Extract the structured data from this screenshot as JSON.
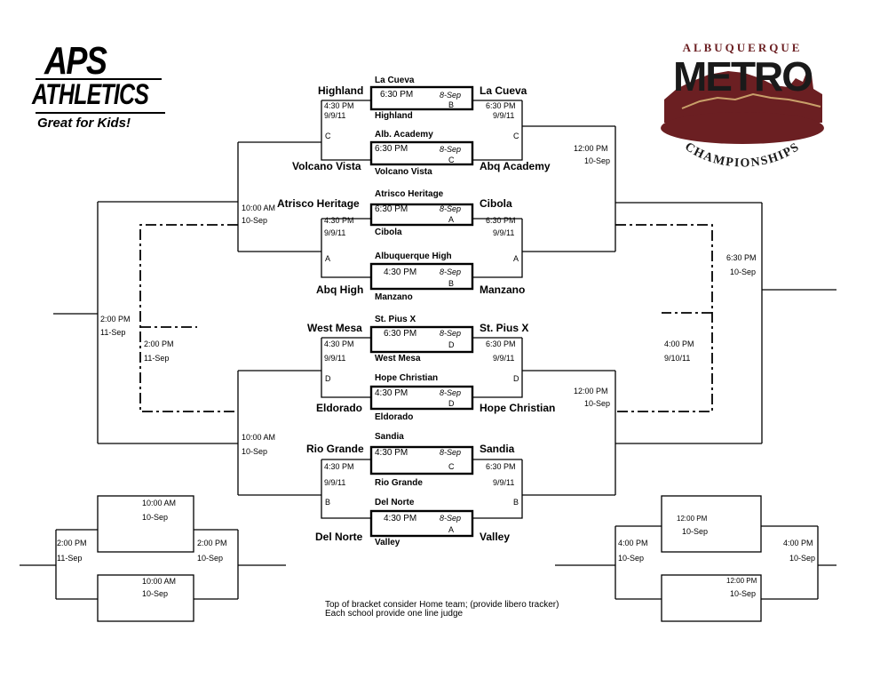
{
  "logos": {
    "aps": {
      "line1": "APS",
      "line2": "ATHLETICS",
      "tagline": "Great for Kids!"
    },
    "metro": {
      "top": "ALBUQUERQUE",
      "main": "METRO",
      "arc": "CHAMPIONSHIPS",
      "colors": {
        "maroon": "#6b1f22",
        "tan": "#c9a06a",
        "text": "#1a1a1a"
      }
    }
  },
  "round1": {
    "m1": {
      "top": "Highland",
      "bottom": "Volcano Vista",
      "time": "4:30 PM",
      "date": "9/9/11",
      "court": "C"
    },
    "m2": {
      "top": "La Cueva",
      "bottom": "Abq Academy",
      "time": "6:30 PM",
      "date": "9/9/11",
      "court": "C"
    },
    "m3": {
      "top": "Atrisco Heritage",
      "bottom": "Abq High",
      "time": "4:30 PM",
      "date": "9/9/11",
      "court": "A"
    },
    "m4": {
      "top": "Cibola",
      "bottom": "Manzano",
      "time": "6:30 PM",
      "date": "9/9/11",
      "court": "A"
    },
    "m5": {
      "top": "West Mesa",
      "bottom": "Eldorado",
      "time": "4:30 PM",
      "date": "9/9/11",
      "court": "D"
    },
    "m6": {
      "top": "St. Pius X",
      "bottom": "Hope Christian",
      "time": "6:30 PM",
      "date": "9/9/11",
      "court": "D"
    },
    "m7": {
      "top": "Rio Grande",
      "bottom": "Del Norte",
      "time": "4:30 PM",
      "date": "9/9/11",
      "court": "B"
    },
    "m8": {
      "top": "Sandia",
      "bottom": "Valley",
      "time": "6:30 PM",
      "date": "9/9/11",
      "court": "B"
    }
  },
  "center": {
    "b1": {
      "top": "La Cueva",
      "time": "6:30 PM",
      "date": "8-Sep",
      "court": "B",
      "bottom": "Highland"
    },
    "b2": {
      "top": "Alb. Academy",
      "time": "6:30 PM",
      "date": "8-Sep",
      "court": "C",
      "bottom": "Volcano Vista"
    },
    "b3": {
      "top": "Atrisco Heritage",
      "time": "6:30 PM",
      "date": "8-Sep",
      "court": "A",
      "bottom": "Cibola"
    },
    "b4": {
      "top": "Albuquerque High",
      "time": "4:30 PM",
      "date": "8-Sep",
      "court": "B",
      "bottom": "Manzano"
    },
    "b5": {
      "top": "St. Pius X",
      "time": "6:30 PM",
      "date": "8-Sep",
      "court": "D",
      "bottom": "West Mesa"
    },
    "b6": {
      "top": "Hope Christian",
      "time": "4:30 PM",
      "date": "8-Sep",
      "court": "D",
      "bottom": "Eldorado"
    },
    "b7": {
      "top": "Sandia",
      "time": "4:30 PM",
      "date": "8-Sep",
      "court": "C",
      "bottom": "Rio Grande"
    },
    "b8": {
      "top": "Del Norte",
      "time": "4:30 PM",
      "date": "8-Sep",
      "court": "A",
      "bottom": "Valley"
    }
  },
  "round2": {
    "lt": {
      "time": "10:00 AM",
      "date": "10-Sep"
    },
    "lb": {
      "time": "10:00 AM",
      "date": "10-Sep"
    },
    "rt": {
      "time": "12:00 PM",
      "date": "10-Sep"
    },
    "rb": {
      "time": "12:00 PM",
      "date": "10-Sep"
    }
  },
  "final": {
    "time": "2:00 PM",
    "date": "11-Sep"
  },
  "consolation": {
    "time": "2:00 PM",
    "date": "11-Sep"
  },
  "right_final": {
    "time": "6:30 PM",
    "date": "10-Sep"
  },
  "right_consolation": {
    "time": "4:00 PM",
    "date": "9/10/11"
  },
  "small_left": {
    "top": {
      "time": "10:00 AM",
      "date": "10-Sep"
    },
    "bottom": {
      "time": "10:00 AM",
      "date": "10-Sep"
    },
    "left": {
      "time": "2:00 PM",
      "date": "11-Sep"
    },
    "right": {
      "time": "2:00 PM",
      "date": "10-Sep"
    }
  },
  "small_right": {
    "top": {
      "time": "12:00 PM",
      "date": "10-Sep"
    },
    "bottom": {
      "time": "12:00 PM",
      "date": "10-Sep"
    },
    "left": {
      "time": "4:00 PM",
      "date": "10-Sep"
    },
    "right": {
      "time": "4:00 PM",
      "date": "10-Sep"
    }
  },
  "notes": {
    "line1": "Top of bracket consider Home team; (provide libero tracker)",
    "line2": "Each school provide one line judge"
  }
}
